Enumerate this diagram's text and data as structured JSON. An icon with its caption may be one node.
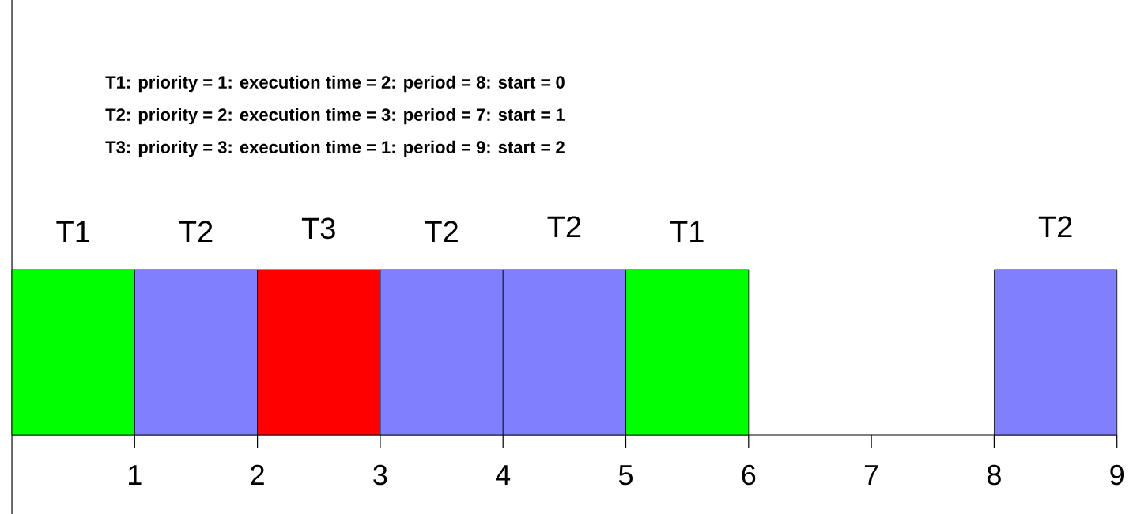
{
  "diagram": {
    "nodes": [
      {
        "text": [
          "T1"
        ]
      },
      {
        "text": [
          "T2"
        ]
      },
      {
        "text": [
          "T3"
        ]
      },
      {
        "text": [
          "T2"
        ]
      },
      {
        "text": [
          "T2"
        ]
      },
      {
        "text": [
          "T1"
        ]
      },
      {
        "text": [
          "T2"
        ]
      }
    ],
    "labels": [
      "T1: priority = 1: execution time = 2: period = 8: start = 0",
      "T2: priority = 2: execution time = 3: period = 7: start = 1",
      "T3: priority = 3: execution time = 1: period = 9: start = 2",
      "1",
      "2",
      "3",
      "4",
      "5",
      "6",
      "7",
      "8",
      "9"
    ]
  }
}
